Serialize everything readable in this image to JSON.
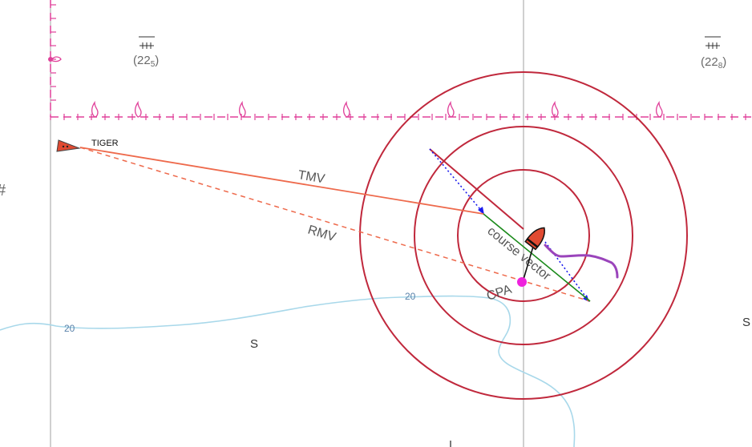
{
  "map": {
    "colors": {
      "background": "#ffffff",
      "grid": "#a0a0a0",
      "cable": "#e0409a",
      "depth_contour": "#a8d8ea",
      "depth_text": "#5a82aa",
      "range_rings": "#c0283c",
      "tmv": "#ee6a4c",
      "rmv": "#ee6a4c",
      "course_vector": "#1a8a1a",
      "relative_motion_arrows": "#1a1aee",
      "cpa_point": "#ee22dd",
      "track": "#9a44bb",
      "vessel_fill": "#e04a32",
      "soundings": "#6a6a6a"
    },
    "target_label": "TIGER",
    "labels": {
      "tmv": "TMV",
      "rmv": "RMV",
      "course_vector": "course vector",
      "cpa": "CPA"
    },
    "depth_contour_labels": [
      "20",
      "20"
    ],
    "soundings": [
      {
        "value": "(22",
        "subscript": "5",
        "suffix": ")"
      },
      {
        "value": "(22",
        "subscript": "8",
        "suffix": ")"
      }
    ],
    "seabed": [
      "S",
      "S"
    ],
    "left_edge_symbol": "#",
    "icons": [
      "vessel-icon",
      "target-vessel-icon",
      "wreck-symbol-icon",
      "anchor-symbol-icon",
      "cable-flame-icon"
    ]
  }
}
